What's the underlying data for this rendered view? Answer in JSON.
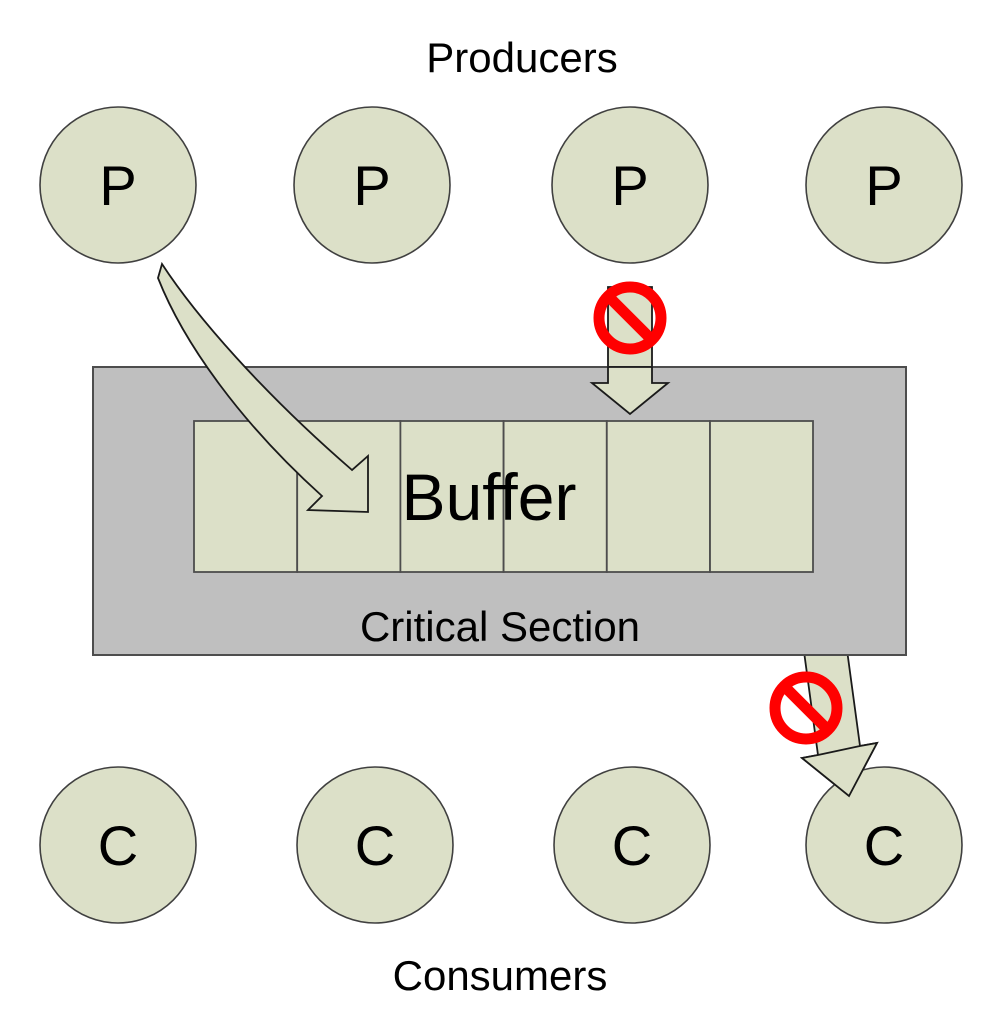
{
  "diagram": {
    "title_top": "Producers",
    "title_bottom": "Consumers",
    "region": {
      "label": "Critical Section",
      "fill": "#BFBFBF",
      "stroke": "#4D4D4D"
    },
    "buffer": {
      "label": "Buffer",
      "cells": 6,
      "fill": "#DCE0C8",
      "stroke": "#4D4D4D"
    },
    "producers": [
      {
        "label": "P"
      },
      {
        "label": "P"
      },
      {
        "label": "P"
      },
      {
        "label": "P"
      }
    ],
    "consumers": [
      {
        "label": "C"
      },
      {
        "label": "C"
      },
      {
        "label": "C"
      },
      {
        "label": "C"
      }
    ],
    "arrows": [
      {
        "name": "producer-1-enqueue-arrow",
        "blocked": false
      },
      {
        "name": "producer-3-enqueue-arrow",
        "blocked": true
      },
      {
        "name": "consumer-4-dequeue-arrow",
        "blocked": true
      }
    ],
    "blocked_markers": [
      {
        "name": "no-entry-icon-producer"
      },
      {
        "name": "no-entry-icon-consumer"
      }
    ],
    "colors": {
      "node_fill": "#DCE0C8",
      "node_stroke": "#404040",
      "arrow_fill": "#DCE0C8",
      "arrow_stroke": "#1A1A1A",
      "region_fill": "#BFBFBF",
      "forbidden": "#FF0000",
      "text": "#000000",
      "background": "#FFFFFF"
    }
  }
}
